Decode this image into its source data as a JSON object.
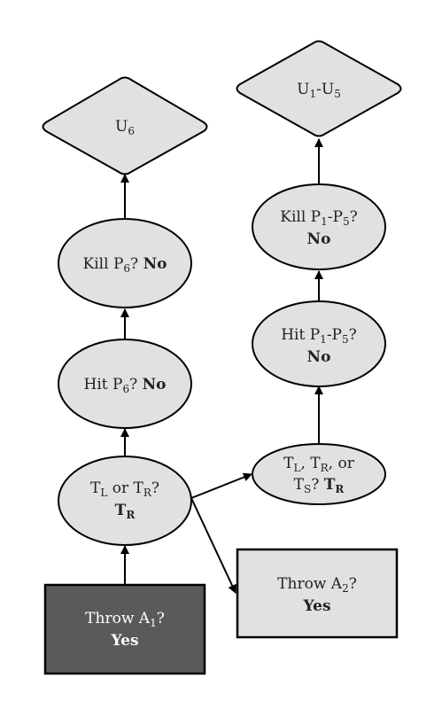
{
  "colors": {
    "node_fill": "#e1e1e1",
    "dark_fill": "#5a5a5a",
    "stroke": "#000000",
    "text": "#222222",
    "text_light": "#ffffff"
  },
  "nodes": {
    "throw_a1": {
      "pre": "Throw A",
      "sub": "1",
      "post": "?",
      "answer": "Yes"
    },
    "tl_tr": {
      "t1": "T",
      "s1": "L",
      "m1": " or T",
      "s2": "R",
      "e1": "?",
      "ans": "T",
      "ans_sub": "R"
    },
    "hit_p6": {
      "pre": "Hit P",
      "sub": "6",
      "post": "? ",
      "answer": "No"
    },
    "kill_p6": {
      "pre": "Kill P",
      "sub": "6",
      "post": "? ",
      "answer": "No"
    },
    "u6": {
      "pre": "U",
      "sub": "6"
    },
    "tl_tr_ts": {
      "t1": "T",
      "s1": "L",
      "m1": ", T",
      "s2": "R",
      "m2": ", or",
      "t3": "T",
      "s3": "S",
      "m3": "? ",
      "ans": "T",
      "ans_sub": "R"
    },
    "throw_a2": {
      "pre": "Throw A",
      "sub": "2",
      "post": "?",
      "answer": "Yes"
    },
    "hit_p1p5": {
      "pre": "Hit P",
      "sub1": "1",
      "mid": "-P",
      "sub2": "5",
      "post": "?",
      "answer": "No"
    },
    "kill_p1p5": {
      "pre": "Kill P",
      "sub1": "1",
      "mid": "-P",
      "sub2": "5",
      "post": "?",
      "answer": "No"
    },
    "u1u5": {
      "pre": "U",
      "sub1": "1",
      "mid": "-U",
      "sub2": "5"
    }
  }
}
